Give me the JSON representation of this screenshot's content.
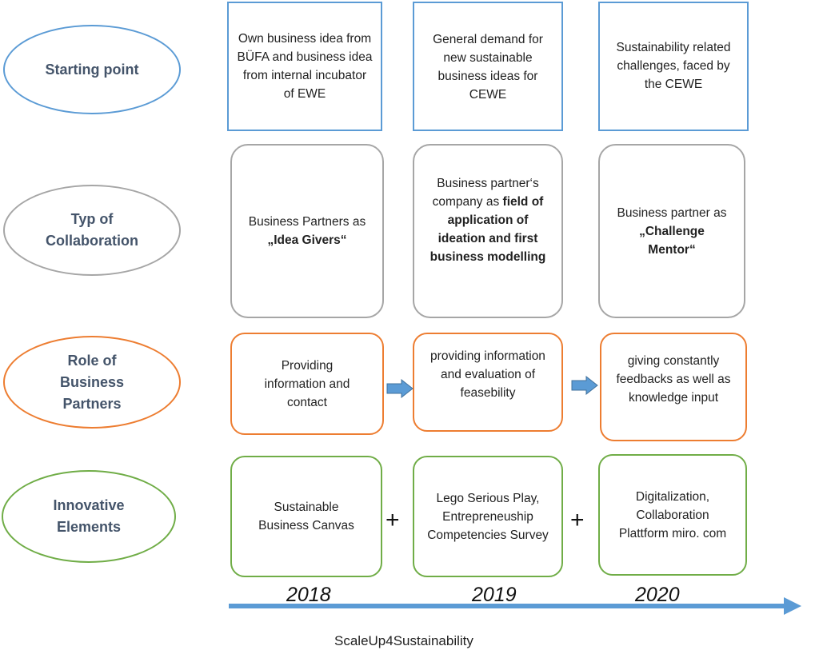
{
  "rows": {
    "starting_point": {
      "label": "Starting point",
      "cells": [
        "Own business idea from BÜFA and business idea from internal incubator of EWE",
        "General demand for new sustainable business ideas for CEWE",
        "Sustainability related challenges, faced by the CEWE"
      ]
    },
    "collaboration": {
      "label": "Typ of Collaboration",
      "cell1": {
        "pre": "Business Partners as",
        "bold": "„Idea Givers“"
      },
      "cell2": {
        "pre": "Business partner‘s company as",
        "bold": "field of application of ideation and first business modelling"
      },
      "cell3": {
        "pre": "Business partner as",
        "bold": "„Challenge Mentor“"
      }
    },
    "role": {
      "label": "Role of Business Partners",
      "cells": [
        "Providing information and contact",
        "providing information and evaluation of feasebility",
        "giving constantly feedbacks as well as knowledge input"
      ]
    },
    "innovative": {
      "label": "Innovative Elements",
      "cells": [
        "Sustainable Business Canvas",
        "Lego Serious Play, Entrepreneuship Competencies Survey",
        "Digitalization, Collaboration Plattform miro. com"
      ],
      "plus": "+"
    }
  },
  "timeline": {
    "years": [
      "2018",
      "2019",
      "2020"
    ]
  },
  "caption": "ScaleUp4Sustainability",
  "colors": {
    "blue": "#5b9bd5",
    "grey": "#a6a6a6",
    "orange": "#ed7d31",
    "green": "#70ad47",
    "label_text": "#44546a"
  }
}
